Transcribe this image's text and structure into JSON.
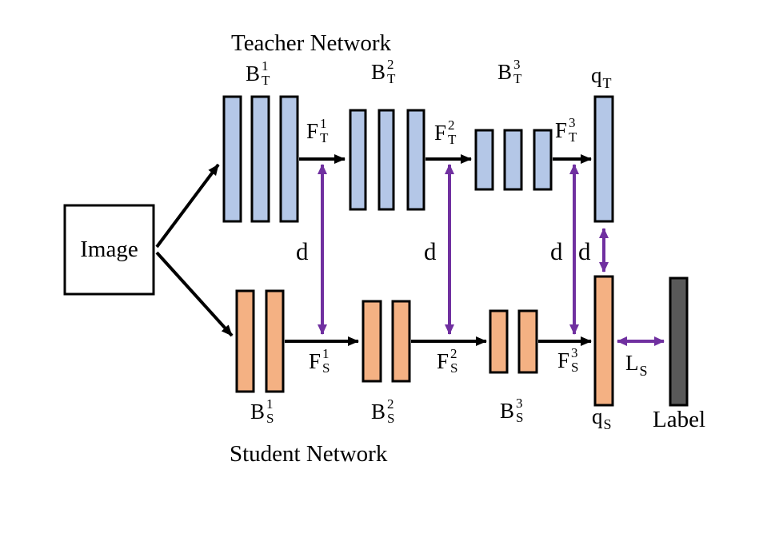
{
  "colors": {
    "background": "#ffffff",
    "teacher_bar": "#b4c7e7",
    "student_bar": "#f4b183",
    "label_bar": "#595959",
    "bar_border": "#000000",
    "arrow": "#000000",
    "distill_arrow": "#7030a0"
  },
  "titles": {
    "teacher": "Teacher Network",
    "student": "Student Network"
  },
  "image_box": {
    "label": "Image"
  },
  "output": {
    "label_text": "Label"
  },
  "labels": {
    "bt1": {
      "base": "B",
      "sup": "1",
      "sub": "T"
    },
    "bt2": {
      "base": "B",
      "sup": "2",
      "sub": "T"
    },
    "bt3": {
      "base": "B",
      "sup": "3",
      "sub": "T"
    },
    "ft1": {
      "base": "F",
      "sup": "1",
      "sub": "T"
    },
    "ft2": {
      "base": "F",
      "sup": "2",
      "sub": "T"
    },
    "ft3": {
      "base": "F",
      "sup": "3",
      "sub": "T"
    },
    "bs1": {
      "base": "B",
      "sup": "1",
      "sub": "S"
    },
    "bs2": {
      "base": "B",
      "sup": "2",
      "sub": "S"
    },
    "bs3": {
      "base": "B",
      "sup": "3",
      "sub": "S"
    },
    "fs1": {
      "base": "F",
      "sup": "1",
      "sub": "S"
    },
    "fs2": {
      "base": "F",
      "sup": "2",
      "sub": "S"
    },
    "fs3": {
      "base": "F",
      "sup": "3",
      "sub": "S"
    },
    "qt": {
      "base": "q",
      "sub": "T"
    },
    "qs": {
      "base": "q",
      "sub": "S"
    },
    "ls": {
      "base": "L",
      "sub": "S"
    }
  },
  "distance_labels": [
    "d",
    "d",
    "d",
    "d"
  ]
}
